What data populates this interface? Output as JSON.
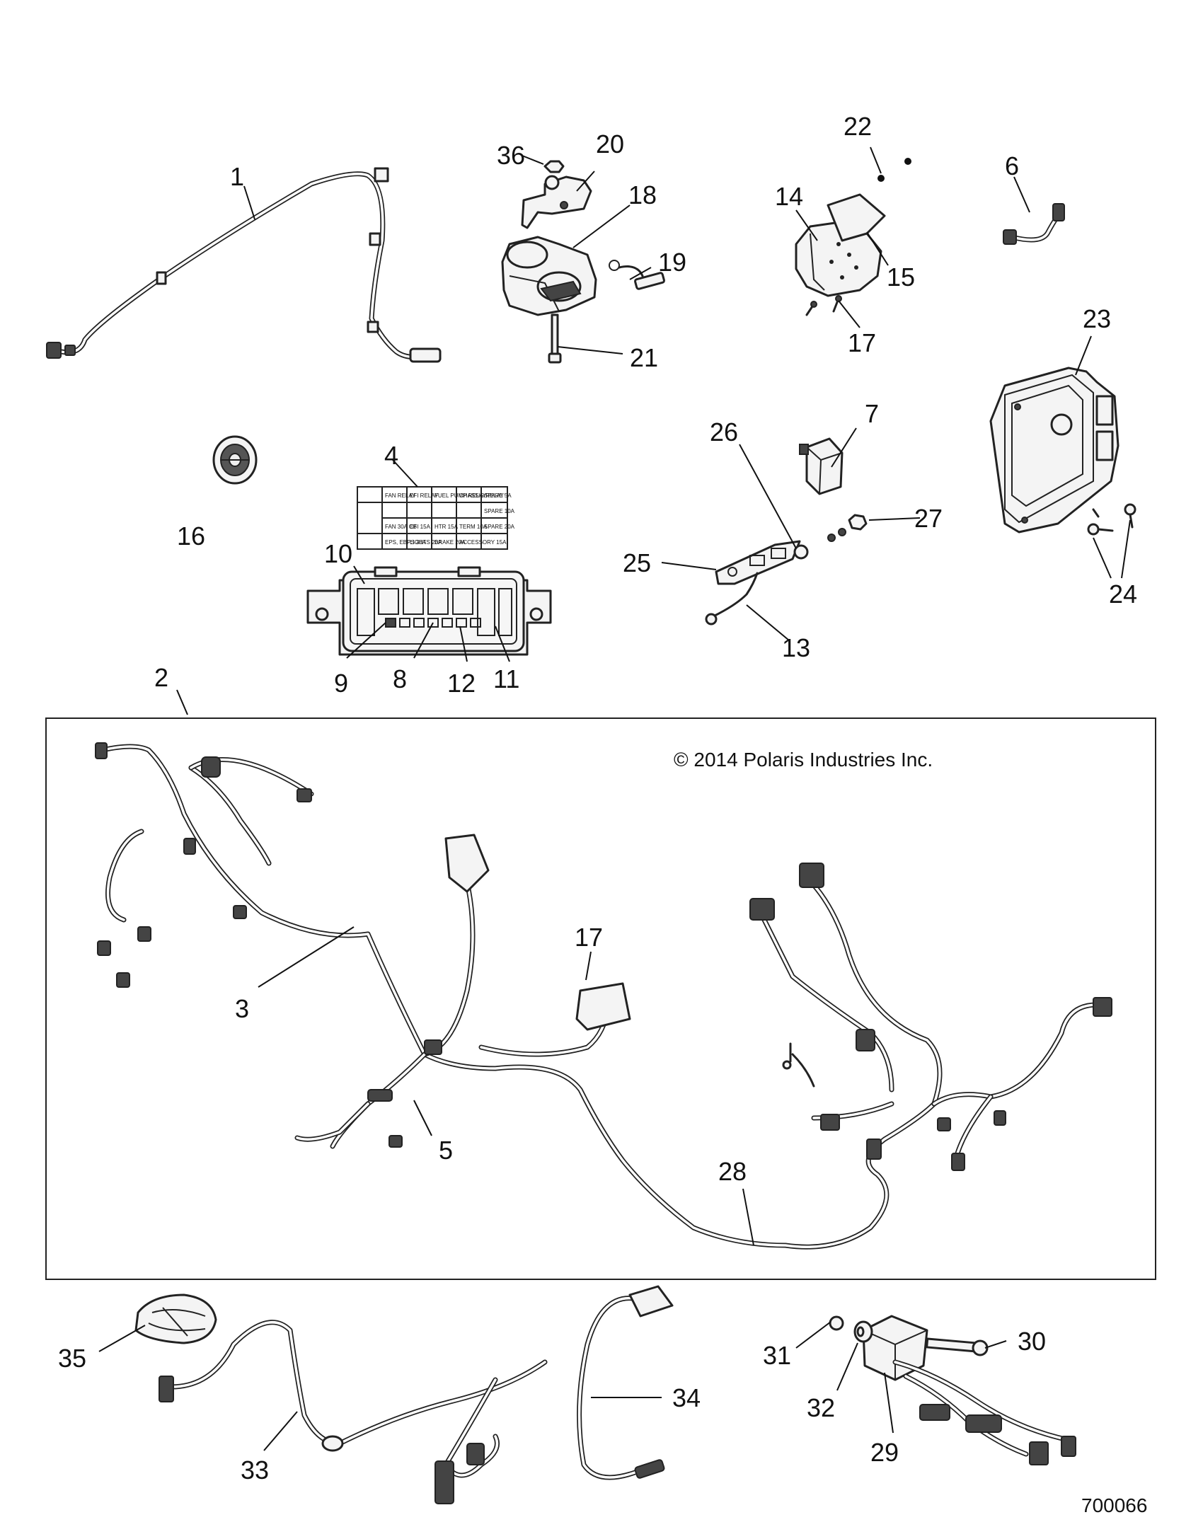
{
  "copyright": "© 2014 Polaris Industries Inc.",
  "diagram_number": "700066",
  "callouts": [
    "1",
    "2",
    "3",
    "4",
    "5",
    "6",
    "7",
    "8",
    "9",
    "10",
    "11",
    "12",
    "13",
    "14",
    "15",
    "16",
    "17",
    "18",
    "19",
    "20",
    "21",
    "22",
    "23",
    "24",
    "25",
    "26",
    "27",
    "28",
    "29",
    "30",
    "31",
    "32",
    "33",
    "34",
    "35",
    "36"
  ],
  "fuse_label_text": {
    "rows": [
      [
        "FAN RELAY",
        "EFI RELAY",
        "FUEL PUMP RELAY",
        "CHASSIS RELAY",
        "SPARE 5A"
      ],
      [
        "",
        "",
        "",
        "",
        "SPARE 10A"
      ],
      [
        "FAN 30A CB",
        "EFI 15A",
        "HTR 15A",
        "TERM 10A",
        "SPARE 20A"
      ],
      [
        "EPS, EBPS 30A",
        "LIGHTS 20A",
        "BRAKE 20A",
        "ACCESSORY 15A",
        ""
      ]
    ]
  }
}
